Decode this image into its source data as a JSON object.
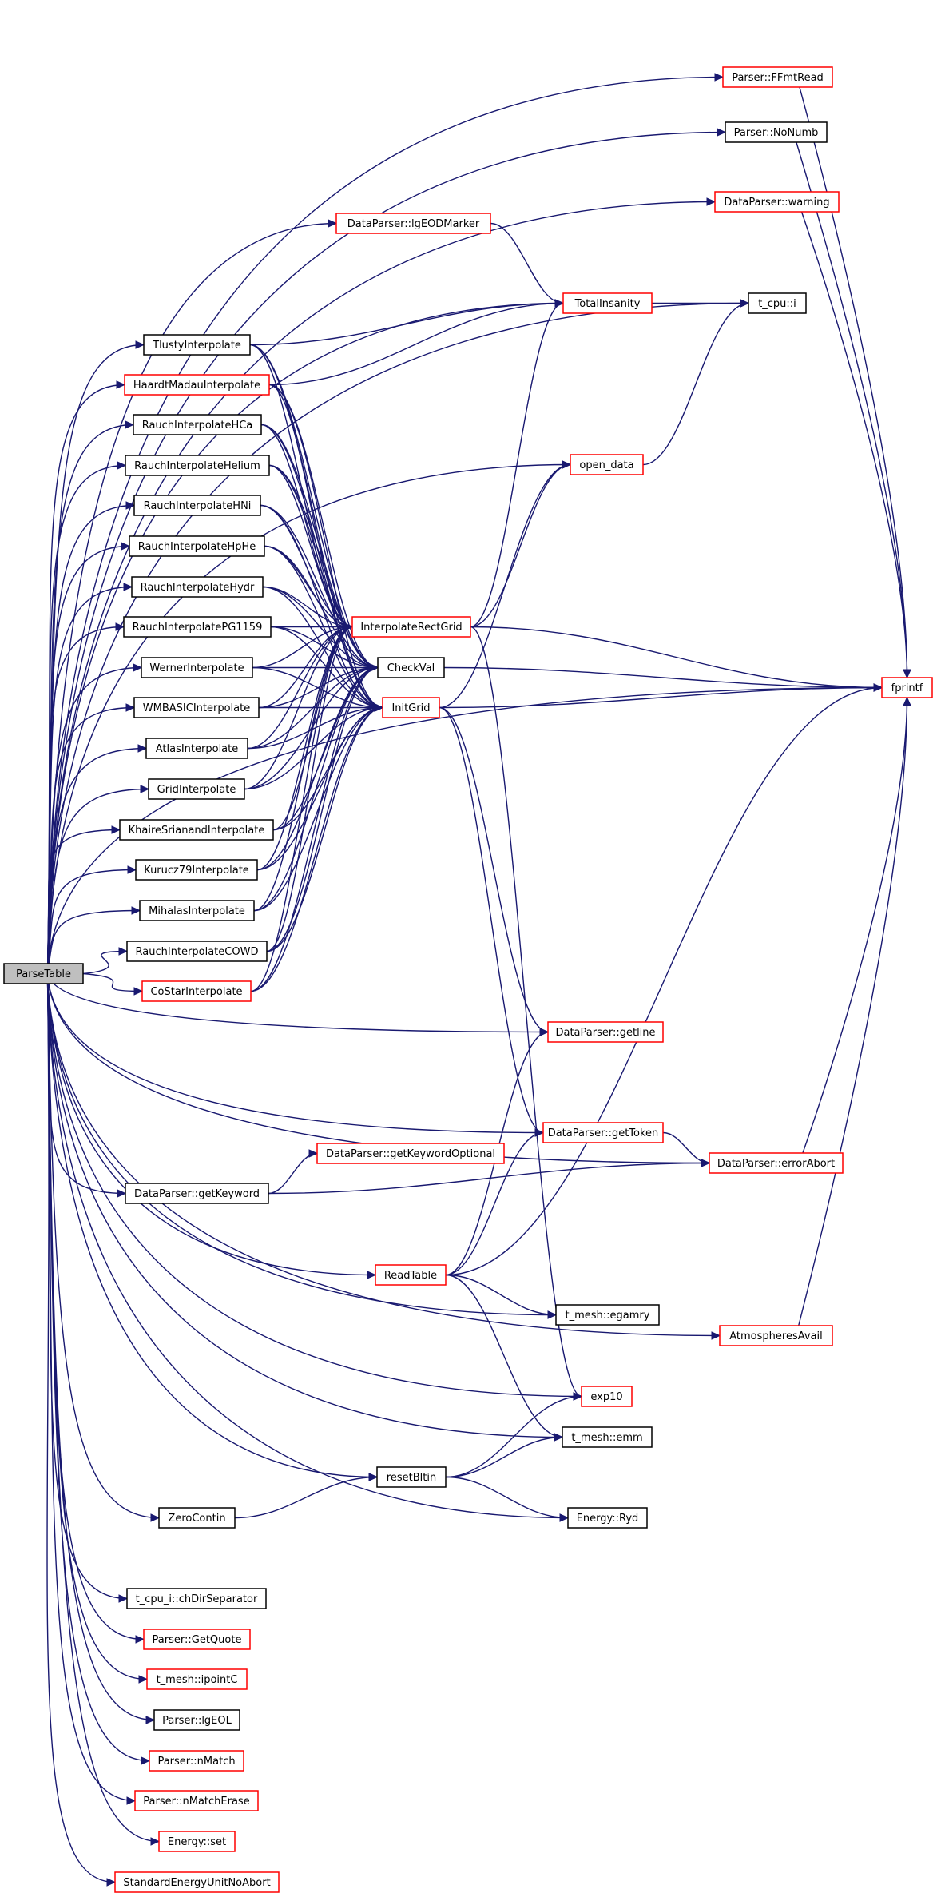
{
  "diagram": {
    "type": "call-graph",
    "root": "ParseTable",
    "colors": {
      "edge": "#191970",
      "node_border_complete": "#000000",
      "node_border_truncated": "#ff0000",
      "root_fill": "#bfbfbf",
      "node_fill": "#ffffff"
    },
    "nodes": [
      {
        "id": "ParseTable",
        "label": "ParseTable",
        "kind": "root"
      },
      {
        "id": "FFmtRead",
        "label": "Parser::FFmtRead",
        "kind": "partial"
      },
      {
        "id": "NoNumb",
        "label": "Parser::NoNumb",
        "kind": "normal"
      },
      {
        "id": "warning",
        "label": "DataParser::warning",
        "kind": "partial"
      },
      {
        "id": "lgEODMarker",
        "label": "DataParser::lgEODMarker",
        "kind": "partial"
      },
      {
        "id": "TotalInsanity",
        "label": "TotalInsanity",
        "kind": "partial"
      },
      {
        "id": "tcpui",
        "label": "t_cpu::i",
        "kind": "normal"
      },
      {
        "id": "Tlusty",
        "label": "TlustyInterpolate",
        "kind": "normal"
      },
      {
        "id": "HaardtMadau",
        "label": "HaardtMadauInterpolate",
        "kind": "partial"
      },
      {
        "id": "RauchHCa",
        "label": "RauchInterpolateHCa",
        "kind": "normal"
      },
      {
        "id": "RauchHelium",
        "label": "RauchInterpolateHelium",
        "kind": "normal"
      },
      {
        "id": "RauchHNi",
        "label": "RauchInterpolateHNi",
        "kind": "normal"
      },
      {
        "id": "RauchHpHe",
        "label": "RauchInterpolateHpHe",
        "kind": "normal"
      },
      {
        "id": "RauchHydr",
        "label": "RauchInterpolateHydr",
        "kind": "normal"
      },
      {
        "id": "RauchPG1159",
        "label": "RauchInterpolatePG1159",
        "kind": "normal"
      },
      {
        "id": "open_data",
        "label": "open_data",
        "kind": "partial"
      },
      {
        "id": "InterpolateRectGrid",
        "label": "InterpolateRectGrid",
        "kind": "partial"
      },
      {
        "id": "CheckVal",
        "label": "CheckVal",
        "kind": "normal"
      },
      {
        "id": "InitGrid",
        "label": "InitGrid",
        "kind": "partial"
      },
      {
        "id": "fprintf",
        "label": "fprintf",
        "kind": "partial"
      },
      {
        "id": "Werner",
        "label": "WernerInterpolate",
        "kind": "normal"
      },
      {
        "id": "WMBASIC",
        "label": "WMBASICInterpolate",
        "kind": "normal"
      },
      {
        "id": "Atlas",
        "label": "AtlasInterpolate",
        "kind": "normal"
      },
      {
        "id": "Grid",
        "label": "GridInterpolate",
        "kind": "normal"
      },
      {
        "id": "Khaire",
        "label": "KhaireSrianandInterpolate",
        "kind": "normal"
      },
      {
        "id": "Kurucz79",
        "label": "Kurucz79Interpolate",
        "kind": "normal"
      },
      {
        "id": "Mihalas",
        "label": "MihalasInterpolate",
        "kind": "normal"
      },
      {
        "id": "RauchCOWD",
        "label": "RauchInterpolateCOWD",
        "kind": "normal"
      },
      {
        "id": "CoStar",
        "label": "CoStarInterpolate",
        "kind": "partial"
      },
      {
        "id": "getline",
        "label": "DataParser::getline",
        "kind": "partial"
      },
      {
        "id": "getToken",
        "label": "DataParser::getToken",
        "kind": "partial"
      },
      {
        "id": "getKeywordOptional",
        "label": "DataParser::getKeywordOptional",
        "kind": "partial"
      },
      {
        "id": "getKeyword",
        "label": "DataParser::getKeyword",
        "kind": "normal"
      },
      {
        "id": "errorAbort",
        "label": "DataParser::errorAbort",
        "kind": "partial"
      },
      {
        "id": "ReadTable",
        "label": "ReadTable",
        "kind": "partial"
      },
      {
        "id": "egamry",
        "label": "t_mesh::egamry",
        "kind": "normal"
      },
      {
        "id": "AtmospheresAvail",
        "label": "AtmospheresAvail",
        "kind": "partial"
      },
      {
        "id": "exp10",
        "label": "exp10",
        "kind": "partial"
      },
      {
        "id": "emm",
        "label": "t_mesh::emm",
        "kind": "normal"
      },
      {
        "id": "resetBltin",
        "label": "resetBltin",
        "kind": "normal"
      },
      {
        "id": "ZeroContin",
        "label": "ZeroContin",
        "kind": "normal"
      },
      {
        "id": "Ryd",
        "label": "Energy::Ryd",
        "kind": "normal"
      },
      {
        "id": "chDirSeparator",
        "label": "t_cpu_i::chDirSeparator",
        "kind": "normal"
      },
      {
        "id": "GetQuote",
        "label": "Parser::GetQuote",
        "kind": "partial"
      },
      {
        "id": "ipointC",
        "label": "t_mesh::ipointC",
        "kind": "partial"
      },
      {
        "id": "lgEOL",
        "label": "Parser::lgEOL",
        "kind": "normal"
      },
      {
        "id": "nMatch",
        "label": "Parser::nMatch",
        "kind": "partial"
      },
      {
        "id": "nMatchErase",
        "label": "Parser::nMatchErase",
        "kind": "partial"
      },
      {
        "id": "EnergySet",
        "label": "Energy::set",
        "kind": "partial"
      },
      {
        "id": "StdEnergyUnit",
        "label": "StandardEnergyUnitNoAbort",
        "kind": "partial"
      }
    ],
    "edges": [
      [
        "ParseTable",
        "FFmtRead"
      ],
      [
        "ParseTable",
        "NoNumb"
      ],
      [
        "ParseTable",
        "warning"
      ],
      [
        "ParseTable",
        "tcpui"
      ],
      [
        "ParseTable",
        "lgEODMarker"
      ],
      [
        "ParseTable",
        "TotalInsanity"
      ],
      [
        "ParseTable",
        "open_data"
      ],
      [
        "ParseTable",
        "Tlusty"
      ],
      [
        "ParseTable",
        "HaardtMadau"
      ],
      [
        "ParseTable",
        "RauchHCa"
      ],
      [
        "ParseTable",
        "RauchHelium"
      ],
      [
        "ParseTable",
        "RauchHNi"
      ],
      [
        "ParseTable",
        "RauchHpHe"
      ],
      [
        "ParseTable",
        "RauchHydr"
      ],
      [
        "ParseTable",
        "RauchPG1159"
      ],
      [
        "ParseTable",
        "Werner"
      ],
      [
        "ParseTable",
        "WMBASIC"
      ],
      [
        "ParseTable",
        "Atlas"
      ],
      [
        "ParseTable",
        "Grid"
      ],
      [
        "ParseTable",
        "Khaire"
      ],
      [
        "ParseTable",
        "Kurucz79"
      ],
      [
        "ParseTable",
        "Mihalas"
      ],
      [
        "ParseTable",
        "RauchCOWD"
      ],
      [
        "ParseTable",
        "CoStar"
      ],
      [
        "ParseTable",
        "getline"
      ],
      [
        "ParseTable",
        "fprintf"
      ],
      [
        "ParseTable",
        "getToken"
      ],
      [
        "ParseTable",
        "getKeyword"
      ],
      [
        "ParseTable",
        "errorAbort"
      ],
      [
        "ParseTable",
        "ReadTable"
      ],
      [
        "ParseTable",
        "egamry"
      ],
      [
        "ParseTable",
        "AtmospheresAvail"
      ],
      [
        "ParseTable",
        "exp10"
      ],
      [
        "ParseTable",
        "emm"
      ],
      [
        "ParseTable",
        "resetBltin"
      ],
      [
        "ParseTable",
        "ZeroContin"
      ],
      [
        "ParseTable",
        "Ryd"
      ],
      [
        "ParseTable",
        "chDirSeparator"
      ],
      [
        "ParseTable",
        "GetQuote"
      ],
      [
        "ParseTable",
        "ipointC"
      ],
      [
        "ParseTable",
        "lgEOL"
      ],
      [
        "ParseTable",
        "nMatch"
      ],
      [
        "ParseTable",
        "nMatchErase"
      ],
      [
        "ParseTable",
        "EnergySet"
      ],
      [
        "ParseTable",
        "StdEnergyUnit"
      ],
      [
        "FFmtRead",
        "fprintf"
      ],
      [
        "NoNumb",
        "fprintf"
      ],
      [
        "warning",
        "fprintf"
      ],
      [
        "lgEODMarker",
        "TotalInsanity"
      ],
      [
        "TotalInsanity",
        "tcpui"
      ],
      [
        "open_data",
        "tcpui"
      ],
      [
        "Tlusty",
        "TotalInsanity"
      ],
      [
        "HaardtMadau",
        "TotalInsanity"
      ],
      [
        "Tlusty",
        "InterpolateRectGrid"
      ],
      [
        "Tlusty",
        "CheckVal"
      ],
      [
        "Tlusty",
        "InitGrid"
      ],
      [
        "HaardtMadau",
        "InterpolateRectGrid"
      ],
      [
        "HaardtMadau",
        "CheckVal"
      ],
      [
        "HaardtMadau",
        "InitGrid"
      ],
      [
        "RauchHCa",
        "InterpolateRectGrid"
      ],
      [
        "RauchHCa",
        "CheckVal"
      ],
      [
        "RauchHCa",
        "InitGrid"
      ],
      [
        "RauchHelium",
        "InterpolateRectGrid"
      ],
      [
        "RauchHelium",
        "CheckVal"
      ],
      [
        "RauchHelium",
        "InitGrid"
      ],
      [
        "RauchHNi",
        "InterpolateRectGrid"
      ],
      [
        "RauchHNi",
        "CheckVal"
      ],
      [
        "RauchHNi",
        "InitGrid"
      ],
      [
        "RauchHpHe",
        "InterpolateRectGrid"
      ],
      [
        "RauchHpHe",
        "CheckVal"
      ],
      [
        "RauchHpHe",
        "InitGrid"
      ],
      [
        "RauchHydr",
        "InterpolateRectGrid"
      ],
      [
        "RauchHydr",
        "CheckVal"
      ],
      [
        "RauchHydr",
        "InitGrid"
      ],
      [
        "RauchPG1159",
        "InterpolateRectGrid"
      ],
      [
        "RauchPG1159",
        "CheckVal"
      ],
      [
        "RauchPG1159",
        "InitGrid"
      ],
      [
        "Werner",
        "InterpolateRectGrid"
      ],
      [
        "Werner",
        "CheckVal"
      ],
      [
        "Werner",
        "InitGrid"
      ],
      [
        "WMBASIC",
        "InterpolateRectGrid"
      ],
      [
        "WMBASIC",
        "CheckVal"
      ],
      [
        "WMBASIC",
        "InitGrid"
      ],
      [
        "Atlas",
        "InterpolateRectGrid"
      ],
      [
        "Atlas",
        "CheckVal"
      ],
      [
        "Atlas",
        "InitGrid"
      ],
      [
        "Grid",
        "InterpolateRectGrid"
      ],
      [
        "Grid",
        "CheckVal"
      ],
      [
        "Grid",
        "InitGrid"
      ],
      [
        "Khaire",
        "InterpolateRectGrid"
      ],
      [
        "Khaire",
        "CheckVal"
      ],
      [
        "Khaire",
        "InitGrid"
      ],
      [
        "Kurucz79",
        "InterpolateRectGrid"
      ],
      [
        "Kurucz79",
        "CheckVal"
      ],
      [
        "Kurucz79",
        "InitGrid"
      ],
      [
        "Mihalas",
        "InterpolateRectGrid"
      ],
      [
        "Mihalas",
        "CheckVal"
      ],
      [
        "Mihalas",
        "InitGrid"
      ],
      [
        "RauchCOWD",
        "InterpolateRectGrid"
      ],
      [
        "RauchCOWD",
        "CheckVal"
      ],
      [
        "RauchCOWD",
        "InitGrid"
      ],
      [
        "CoStar",
        "InterpolateRectGrid"
      ],
      [
        "CoStar",
        "CheckVal"
      ],
      [
        "CoStar",
        "InitGrid"
      ],
      [
        "InterpolateRectGrid",
        "TotalInsanity"
      ],
      [
        "InterpolateRectGrid",
        "open_data"
      ],
      [
        "InterpolateRectGrid",
        "fprintf"
      ],
      [
        "InterpolateRectGrid",
        "exp10"
      ],
      [
        "CheckVal",
        "fprintf"
      ],
      [
        "InitGrid",
        "open_data"
      ],
      [
        "InitGrid",
        "fprintf"
      ],
      [
        "InitGrid",
        "getline"
      ],
      [
        "InitGrid",
        "getToken"
      ],
      [
        "getToken",
        "errorAbort"
      ],
      [
        "errorAbort",
        "fprintf"
      ],
      [
        "getKeyword",
        "getKeywordOptional"
      ],
      [
        "getKeyword",
        "errorAbort"
      ],
      [
        "ReadTable",
        "getline"
      ],
      [
        "ReadTable",
        "getToken"
      ],
      [
        "ReadTable",
        "fprintf"
      ],
      [
        "ReadTable",
        "egamry"
      ],
      [
        "ReadTable",
        "emm"
      ],
      [
        "AtmospheresAvail",
        "fprintf"
      ],
      [
        "resetBltin",
        "exp10"
      ],
      [
        "resetBltin",
        "emm"
      ],
      [
        "resetBltin",
        "Ryd"
      ],
      [
        "ZeroContin",
        "resetBltin"
      ]
    ]
  }
}
